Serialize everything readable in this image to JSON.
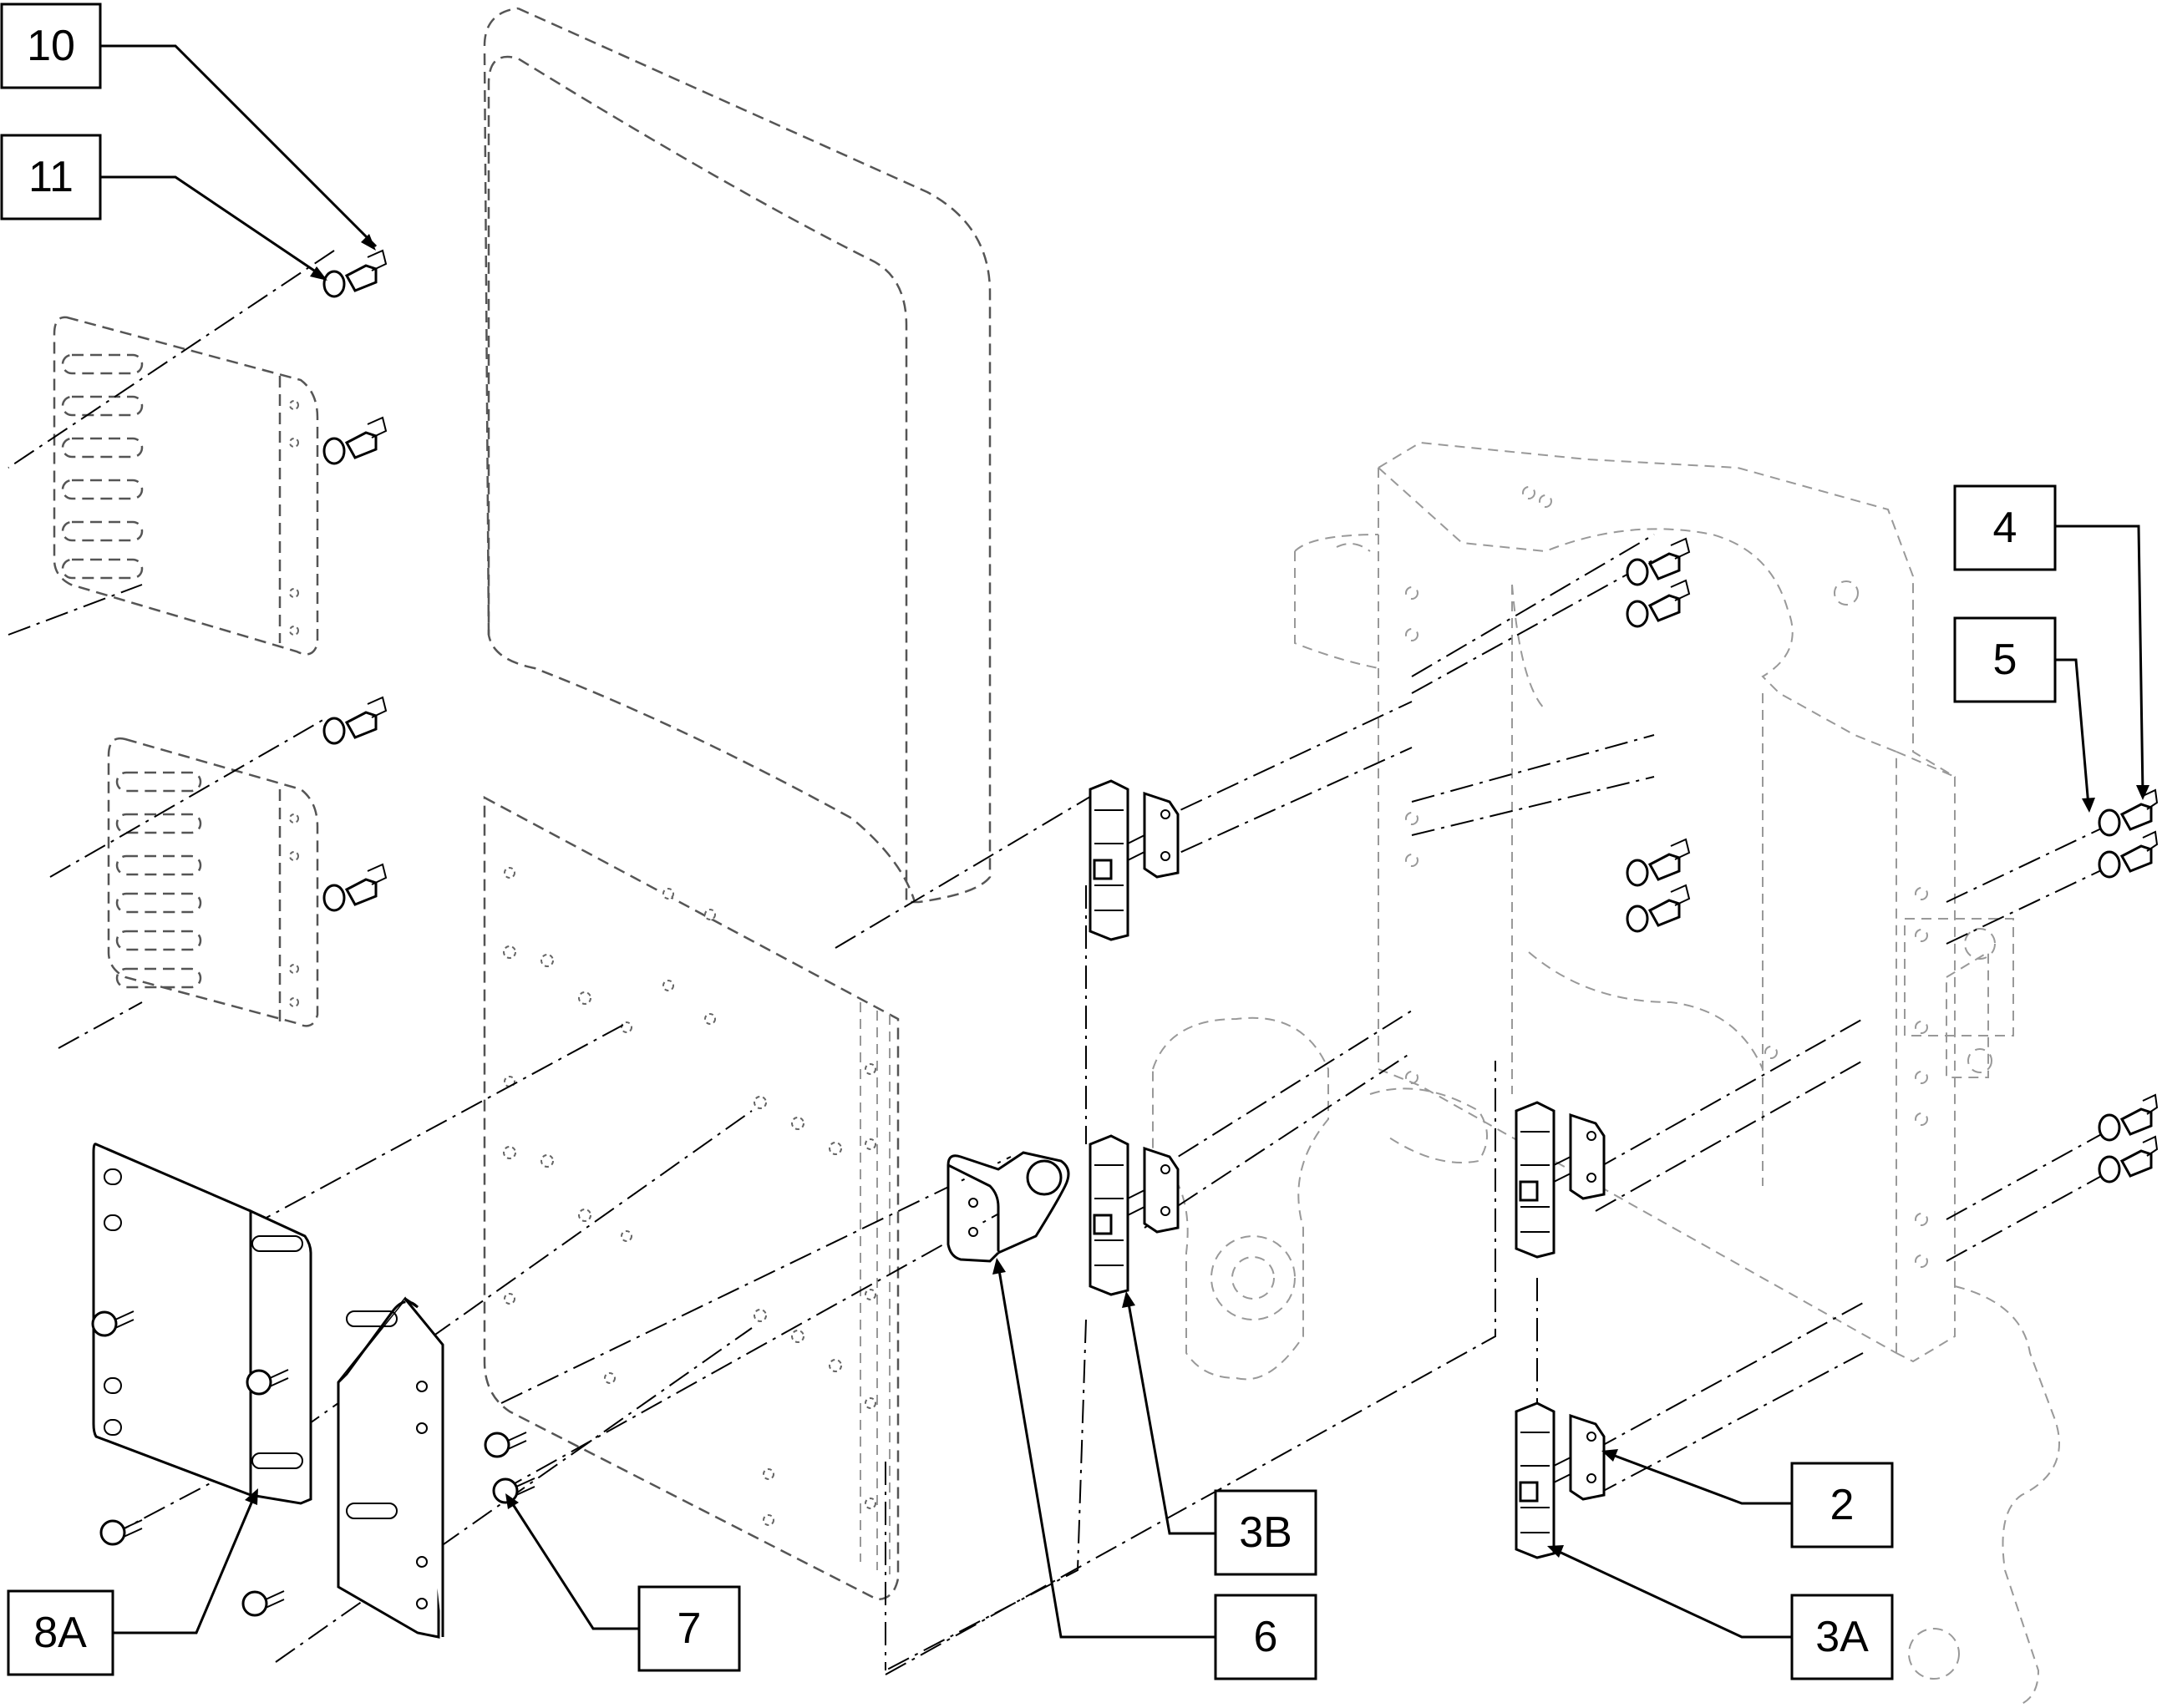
{
  "callouts": [
    {
      "id": "callout-10",
      "label": "10"
    },
    {
      "id": "callout-11",
      "label": "11"
    },
    {
      "id": "callout-4",
      "label": "4"
    },
    {
      "id": "callout-5",
      "label": "5"
    },
    {
      "id": "callout-2",
      "label": "2"
    },
    {
      "id": "callout-3B",
      "label": "3B"
    },
    {
      "id": "callout-3A",
      "label": "3A"
    },
    {
      "id": "callout-6",
      "label": "6"
    },
    {
      "id": "callout-7",
      "label": "7"
    },
    {
      "id": "callout-8A",
      "label": "8A"
    }
  ],
  "colors": {
    "line": "#000000",
    "phantom": "#555555",
    "background": "#ffffff"
  }
}
